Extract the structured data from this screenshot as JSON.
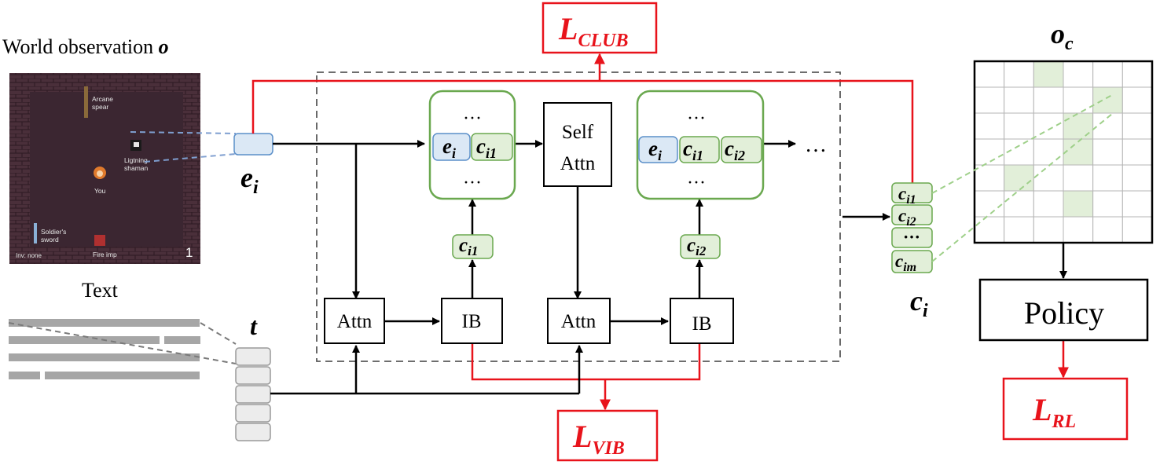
{
  "world": {
    "title_text": "World observation ",
    "title_symbol": "o",
    "labels": {
      "arcane_1": "Arcane",
      "arcane_2": "spear",
      "lightning_1": "Ligtning",
      "lightning_2": "shaman",
      "you": "You",
      "soldier_1": "Soldier's",
      "soldier_2": "sword",
      "inv": "Inv: none",
      "fire_imp": "Fire imp",
      "count": "1"
    }
  },
  "text_block": {
    "label": "Text",
    "symbol": "t"
  },
  "entity": {
    "symbol": "e",
    "sub": "i"
  },
  "concept": {
    "symbol": "c",
    "sub": "i"
  },
  "tokens": {
    "e_i": "e",
    "e_i_sub": "i",
    "c_i1": "c",
    "c_i1_sub": "i1",
    "c_i2": "c",
    "c_i2_sub": "i2",
    "c_im": "c",
    "c_im_sub": "im",
    "ellipsis": "…",
    "stack_ellipsis": "···"
  },
  "nodes": {
    "attn_1": "Attn",
    "ib_1": "IB",
    "self_attn_1": "Self",
    "self_attn_2": "Attn",
    "attn_2": "Attn",
    "ib_2": "IB",
    "policy": "Policy"
  },
  "losses": {
    "club": {
      "base": "L",
      "sub": "CLUB"
    },
    "vib": {
      "base": "L",
      "sub": "VIB"
    },
    "rl": {
      "base": "L",
      "sub": "RL"
    }
  },
  "grid_obs": {
    "symbol": "o",
    "sub": "c",
    "rows": 7,
    "cols": 6,
    "highlighted": [
      [
        0,
        2
      ],
      [
        1,
        4
      ],
      [
        2,
        3
      ],
      [
        3,
        3
      ],
      [
        4,
        1
      ],
      [
        5,
        3
      ]
    ]
  },
  "colors": {
    "loss_red": "#e8131b",
    "token_blue_fill": "#dbe8f5",
    "token_blue_stroke": "#5b8fc9",
    "token_green_fill": "#e2efd9",
    "token_green_stroke": "#6aa84f",
    "game_bg": "#3a2530",
    "text_lines": "#a6a6a6"
  }
}
